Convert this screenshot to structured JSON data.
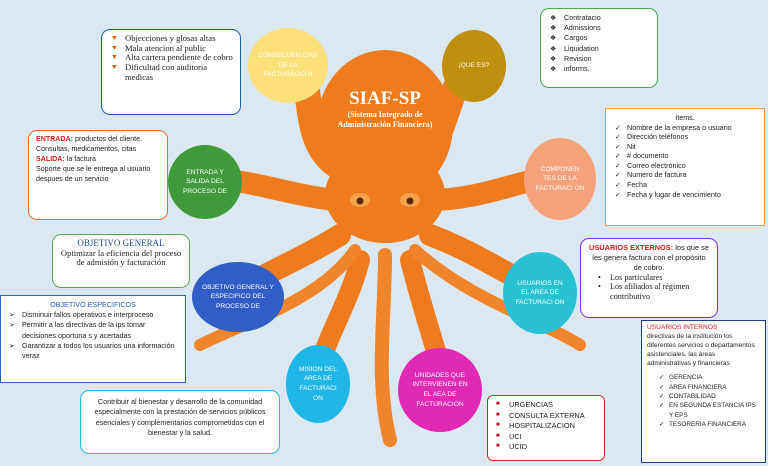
{
  "title": "SIAF-SP",
  "subtitle": "(Sistema Integrado de Administración Financiera)",
  "bubbles": {
    "consecuencias": "CONSECUEN CIAS DE LA FACTURACIÓ N",
    "que_es": "¡QUE ES?",
    "entrada_salida": "ENTRADA Y SALIDA DEL PROCESO DE",
    "componentes": "COMPONEN TES DE LA FACTURACI ON",
    "objetivo": "OBJETIVO GENERAL Y ESPECIFICO DEL PROCESO DE",
    "usuarios": "USUARIOS EN EL AREA DE FACTURACI ON",
    "mision": "MISION DEL AREA DE FACTURACI ON",
    "unidades": "UNIDADES QUE INTERVIENEN EN EL AEA DE FACTURACION"
  },
  "consecuencias_items": [
    "Objecciones y glosas altas",
    "Mala atencion al public",
    "Alta cartera pendiente de cobro",
    "Dificultad con auditoria medicas"
  ],
  "que_es_items": [
    "Contratacio",
    "Admissions",
    "Cargos",
    "Liquidation",
    "Revision",
    "informs."
  ],
  "entrada": {
    "entrada_label": "ENTRADA:",
    "entrada_text": "productos del cliente.",
    "entrada_text2": "Consultas, medicamentos, citas",
    "salida_label": "SALIDA:",
    "salida_text": "la factura",
    "salida_text2": "Soporte que se le entrega al usuario despues de un servicio"
  },
  "items": {
    "heading": "ítems.",
    "list": [
      "Nombre de la empresa o usuario",
      "Dirección teléfonos",
      "Nit",
      "# documento",
      "Correo electrónico",
      "Numero de factura",
      "Fecha",
      "Fecha y lugar de vencimiento"
    ]
  },
  "objetivo_general": {
    "heading": "OBJETIVO GENERAL",
    "text": "Optimizar la eficiencia del proceso de admisión y facturación"
  },
  "objetivo_especificos": {
    "heading": "OBJETIVO ESPECIFICOS",
    "list": [
      "Disminuir fallos operativos e interproceso",
      "Permitir a las directivas de la ips tomar decisiones oportuna s y acertadas",
      "Garantizar a todos los usuarios una información veraz"
    ]
  },
  "usuarios_externos": {
    "label": "USUARIOS EXTERNOS:",
    "text": "los que se les genera factura con el propósito de cobro.",
    "list": [
      "Los particulares",
      "Los afiliados al régimen contributivo"
    ]
  },
  "usuarios_internos": {
    "label": "USUARIOS INTERNOS",
    "text": "directivas de la institución los diferentes servicios o departamentos asistenciales, las áreas administrativas y financieras",
    "list": [
      "GERENCIA",
      "AREA FINANCIERA",
      "CONTABILIDAD",
      "EN SEGUNDA ESTANCIA IPS Y EPS",
      "TESORERIA FINANCIERA"
    ]
  },
  "mision_text": "Contribuir al bienestar y desarrollo de la comunidad especialmente con la prestación de servicios públicos esenciales y complementarios comprometidos con el bienestar y la salud.",
  "unidades_list": [
    "URGENCIAS",
    "CONSULTA EXTERNA",
    "HOSPITALIZACION",
    "UCI",
    "UCID"
  ],
  "colors": {
    "octopus": "#f07a1c",
    "octopus_dark": "#d8601a",
    "background": "#dbe8f1"
  }
}
